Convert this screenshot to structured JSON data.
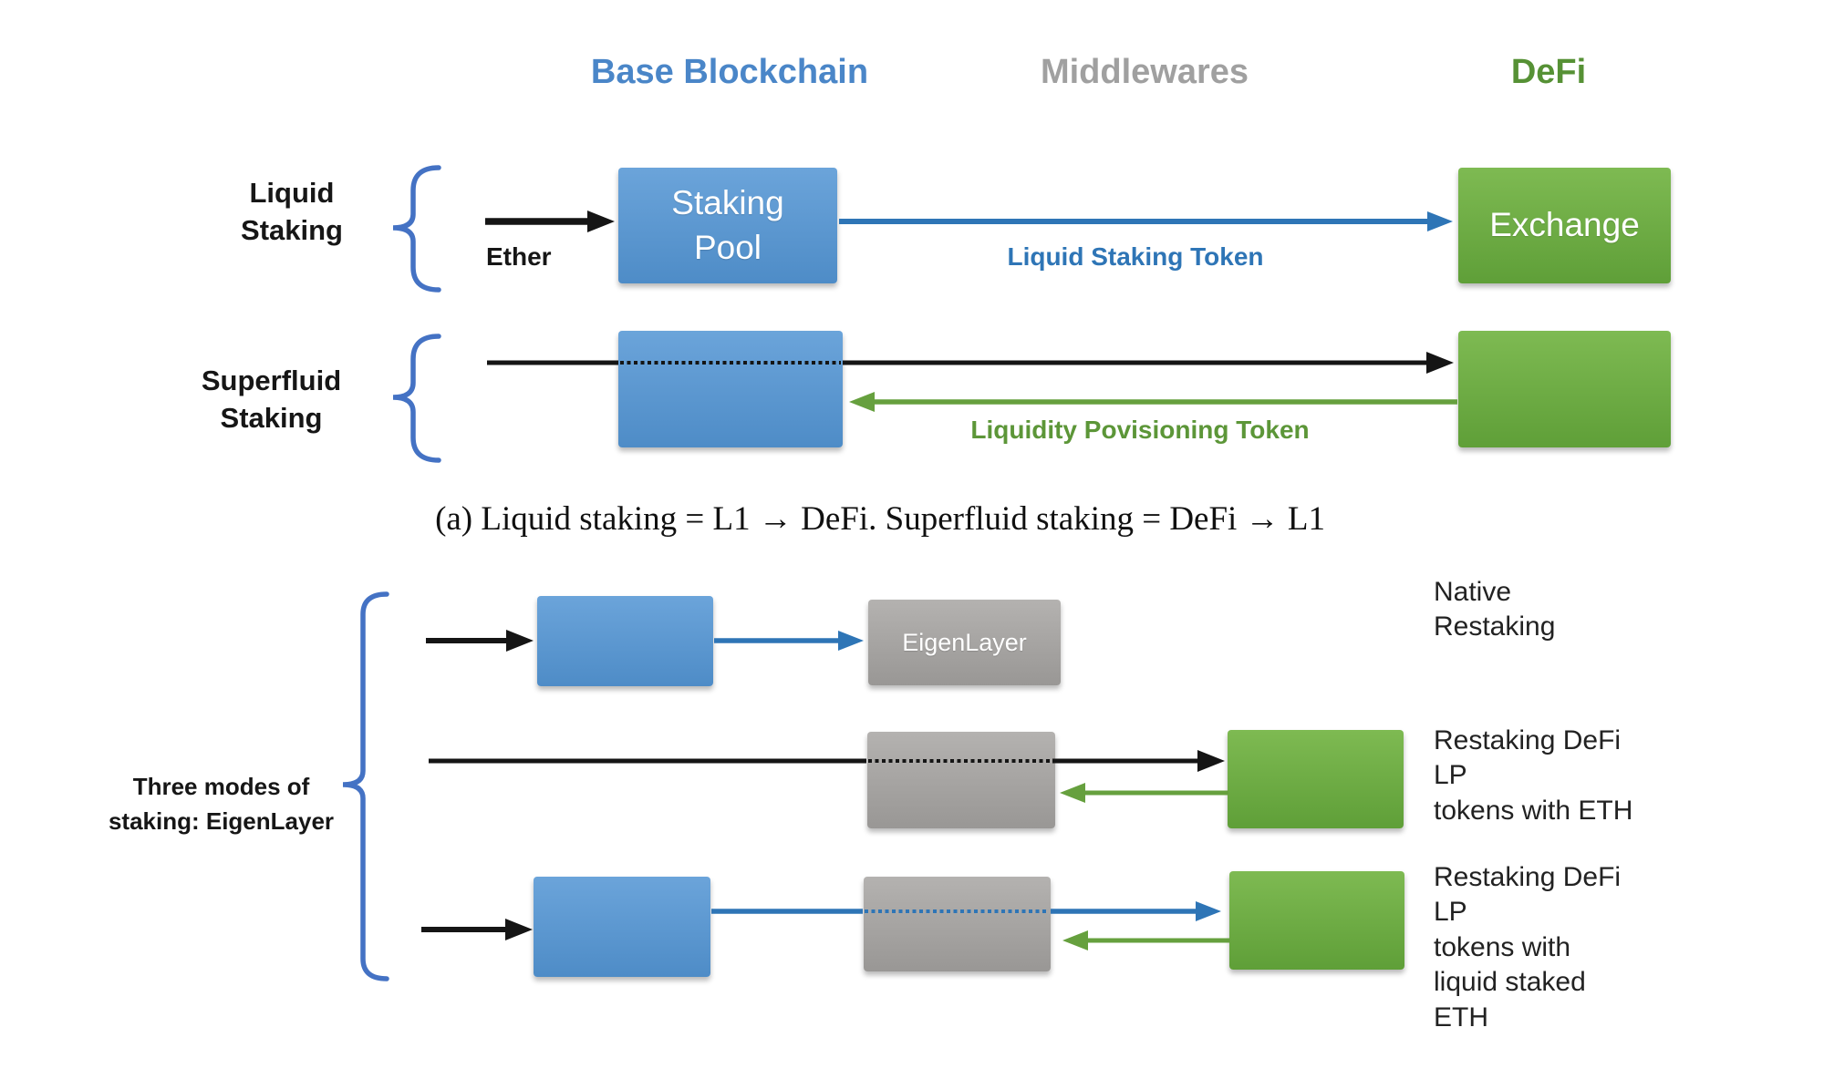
{
  "headers": {
    "base_blockchain": "Base Blockchain",
    "middlewares": "Middlewares",
    "defi": "DeFi"
  },
  "panel_a": {
    "liquid_label": "Liquid\nStaking",
    "ether_label": "Ether",
    "staking_pool_box": "Staking\nPool",
    "liquid_token_label": "Liquid Staking Token",
    "exchange_box": "Exchange",
    "superfluid_label": "Superfluid\nStaking",
    "lp_token_label": "Liquidity Povisioning Token",
    "caption": "(a) Liquid staking = L1 → DeFi. Superfluid staking = DeFi → L1"
  },
  "panel_b": {
    "brace_label": "Three modes of\nstaking: EigenLayer",
    "eigenlayer_box": "EigenLayer",
    "mode1_label": "Native\nRestaking",
    "mode2_label": "Restaking DeFi\nLP\ntokens with ETH",
    "mode3_label": "Restaking DeFi\nLP\ntokens with\nliquid staked\nETH"
  },
  "colors": {
    "header_blue": "#4a86c8",
    "header_gray": "#a0a0a0",
    "header_green": "#569135",
    "box_blue_top": "#6ba4da",
    "box_blue_bottom": "#4e8cc7",
    "box_green_top": "#7eba52",
    "box_green_bottom": "#5f9f38",
    "box_gray_top": "#b4b2b0",
    "box_gray_bottom": "#999795",
    "arrow_black": "#151515",
    "arrow_blue": "#2e75b6",
    "arrow_green": "#66a03e",
    "text_green": "#5c9638",
    "brace_blue": "#4472c4",
    "text_dark": "#1f1f1f"
  }
}
